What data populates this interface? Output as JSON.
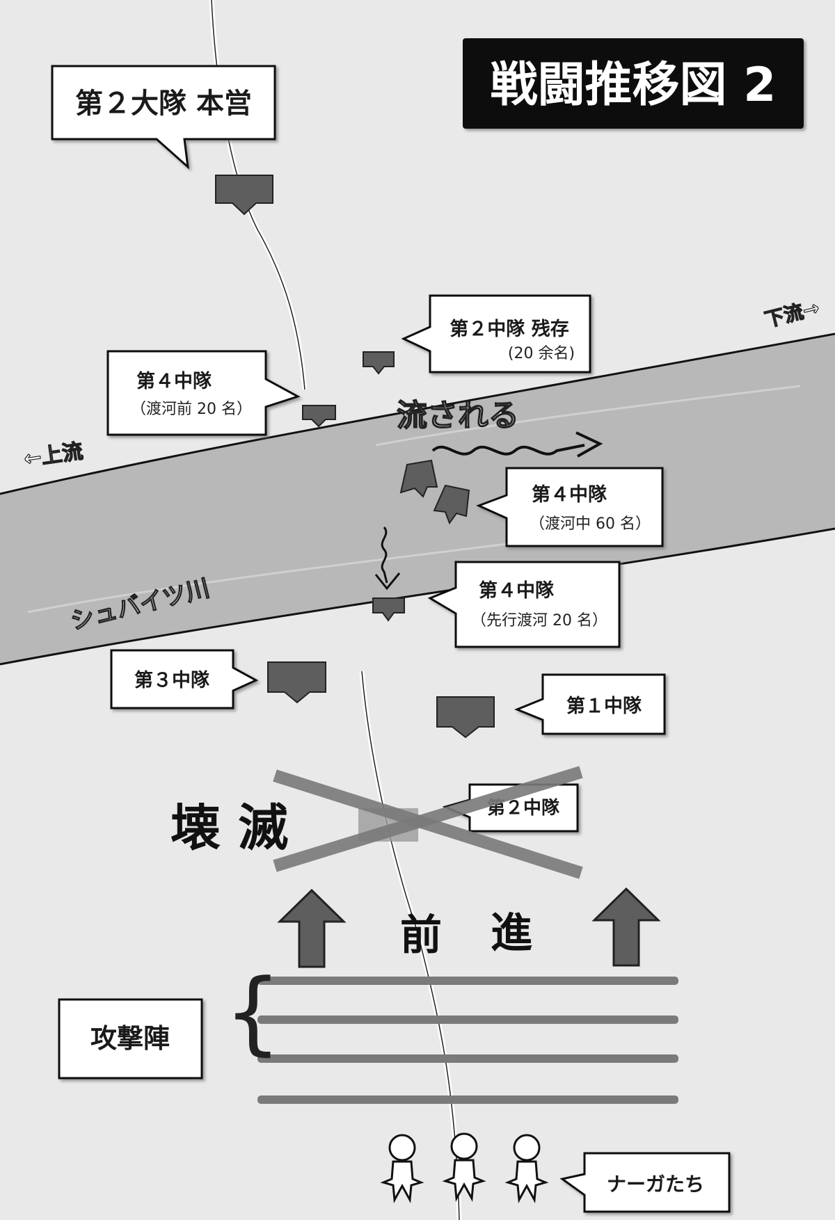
{
  "title": "戦闘推移図 2",
  "colors": {
    "paper": "#e9e9e9",
    "river": "#b9b9b9",
    "unit": "#5e5e5e",
    "title_bg": "#111111",
    "x_mark": "#7a7a7a"
  },
  "labels": {
    "hq": "第２大隊 本営",
    "c2_name": "第２中隊 残存",
    "c2_note": "(20 余名)",
    "c4_name": "第４中隊",
    "c4_note": "（渡河前 20 名）",
    "swept": "流される",
    "upstream": "←上流",
    "downstream": "下流→",
    "c4b_name": "第４中隊",
    "c4b_note": "（渡河中 60 名）",
    "c4c_name": "第４中隊",
    "c4c_note": "（先行渡河 20 名）",
    "river": "シュバイツ川",
    "c3": "第３中隊",
    "c1": "第１中隊",
    "destroyed": "壊 滅",
    "c2_destroyed": "第２中隊",
    "advance_1": "前",
    "advance_2": "進",
    "formation": "攻撃陣",
    "naga": "ナーガたち"
  },
  "icons": {
    "unit": "unit-marker-icon",
    "person": "person-icon",
    "arrow": "up-arrow-icon",
    "wave": "wavy-arrow-icon"
  }
}
